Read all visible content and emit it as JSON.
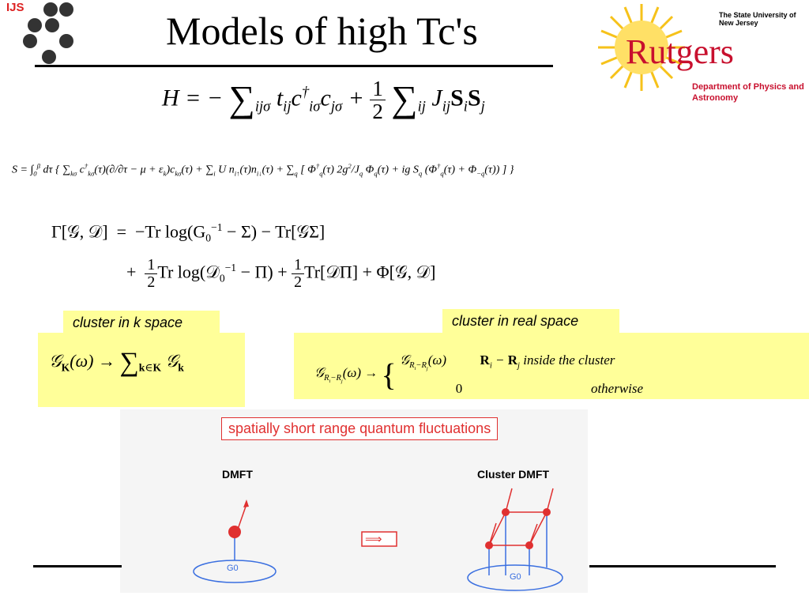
{
  "header": {
    "logo_text": "IJS",
    "title": "Models of high Tc's"
  },
  "institution": {
    "university": "The State University of New Jersey",
    "name": "Rutgers",
    "department": "Department of Physics and Astronomy"
  },
  "labels": {
    "k_space": "cluster in k space",
    "real_space": "cluster in real space",
    "inside_cluster": "inside the cluster",
    "otherwise": "otherwise"
  },
  "figure": {
    "caption": "spatially short range quantum fluctuations",
    "left_title": "DMFT",
    "right_title": "Cluster DMFT",
    "bath_label": "G0",
    "arrow_symbol": "⟹"
  },
  "colors": {
    "title_text": "#000000",
    "rutgers_red": "#c8102e",
    "highlight_yellow": "#ffff99",
    "fig_red": "#e03030",
    "fig_blue": "#3a6fe0"
  }
}
